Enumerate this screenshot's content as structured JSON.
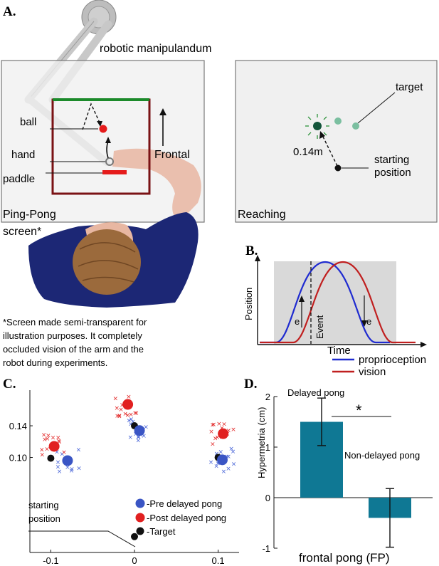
{
  "panel_a": {
    "label": "A.",
    "robot_label": "robotic manipulandum",
    "ball_label": "ball",
    "hand_label": "hand",
    "paddle_label": "paddle",
    "frontal_label": "Frontal",
    "pingpong_label": "Ping-Pong",
    "screen_label": "screen*",
    "reaching_label": "Reaching",
    "target_label": "target",
    "distance_label": "0.14m",
    "start_label_1": "starting",
    "start_label_2": "position",
    "footnote": [
      "*Screen made semi-transparent for",
      "illustration purposes. It completely",
      "occluded vision of the arm and the",
      "robot during experiments."
    ]
  },
  "panel_b": {
    "label": "B.",
    "ylabel": "Position",
    "xlabel": "Time",
    "event_label": "Event",
    "e_label_left": "e",
    "e_label_right": "e",
    "legend": [
      {
        "name": "proprioception",
        "color": "#1f2bd0"
      },
      {
        "name": "vision",
        "color": "#c01f1f"
      }
    ]
  },
  "panel_c": {
    "label": "C.",
    "start_label_1": "starting",
    "start_label_2": "position",
    "legend": [
      {
        "name": "-Pre delayed pong",
        "color": "#3a55c4"
      },
      {
        "name": "-Post delayed pong",
        "color": "#e12020"
      },
      {
        "name": "-Target",
        "color": "#111111"
      }
    ]
  },
  "panel_d": {
    "label": "D.",
    "ylabel": "Hypermetria (cm)",
    "xlabel": "frontal pong (FP)",
    "bar1_label": "Delayed pong",
    "bar2_label": "Non-delayed pong",
    "sig_label": "*"
  },
  "chart_data": [
    {
      "type": "scatter",
      "panel": "C",
      "x_ticks": [
        "-0.1",
        "0",
        "0.1"
      ],
      "y_ticks": [
        "0.10",
        "0.14"
      ],
      "xlim": [
        -0.125,
        0.125
      ],
      "ylim": [
        -0.02,
        0.185
      ],
      "legend_position": "bottom-right",
      "series": [
        {
          "name": "-Target",
          "color": "#111111",
          "points": [
            [
              -0.1,
              0.099
            ],
            [
              0.0,
              0.14
            ],
            [
              0.1,
              0.1
            ],
            [
              0.0,
              0.0
            ]
          ]
        },
        {
          "name": "-Pre delayed pong",
          "color": "#3a55c4",
          "points": [
            [
              -0.08,
              0.096
            ],
            [
              0.006,
              0.134
            ],
            [
              0.105,
              0.097
            ]
          ]
        },
        {
          "name": "-Post delayed pong",
          "color": "#e12020",
          "points": [
            [
              -0.096,
              0.114
            ],
            [
              -0.008,
              0.167
            ],
            [
              0.106,
              0.13
            ]
          ]
        }
      ]
    },
    {
      "type": "bar",
      "panel": "D",
      "categories": [
        "Delayed pong",
        "Non-delayed pong"
      ],
      "values": [
        1.5,
        -0.4
      ],
      "errors": [
        0.47,
        0.58
      ],
      "ylim": [
        -1,
        2
      ],
      "y_ticks": [
        "-1",
        "0",
        "1",
        "2"
      ],
      "ylabel": "Hypermetria (cm)",
      "xlabel": "frontal pong (FP)",
      "color": "#0f7894"
    }
  ]
}
